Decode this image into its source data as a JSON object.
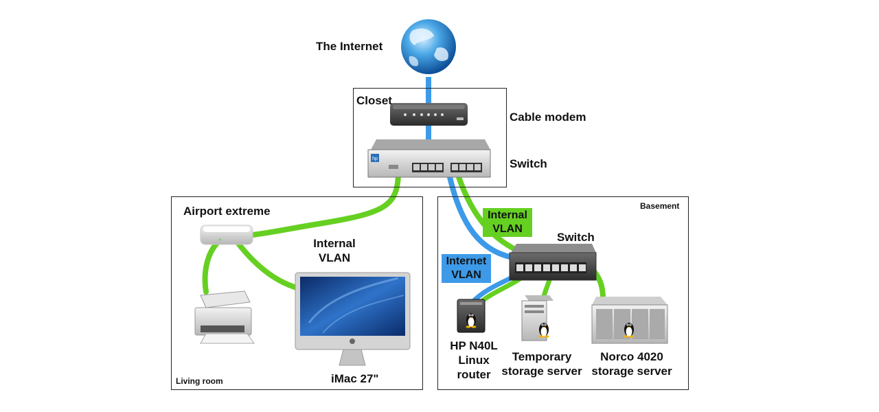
{
  "colors": {
    "internal_vlan": "#66d022",
    "internet_vlan": "#3d9ae8",
    "box_border": "#222222",
    "text": "#111111"
  },
  "labels": {
    "internet": "The Internet",
    "closet": "Closet",
    "cable_modem": "Cable modem",
    "closet_switch": "Switch",
    "airport": "Airport extreme",
    "living_internal_vlan_line1": "Internal",
    "living_internal_vlan_line2": "VLAN",
    "imac": "iMac 27\"",
    "living_room": "Living room",
    "basement": "Basement",
    "basement_internal_vlan_line1": "Internal",
    "basement_internal_vlan_line2": "VLAN",
    "basement_switch": "Switch",
    "internet_vlan_line1": "Internet",
    "internet_vlan_line2": "VLAN",
    "hp_router_line1": "HP N40L",
    "hp_router_line2": "Linux",
    "hp_router_line3": "router",
    "temp_storage_line1": "Temporary",
    "temp_storage_line2": "storage server",
    "norco_line1": "Norco 4020",
    "norco_line2": "storage server"
  },
  "icons": {
    "globe": "globe-icon",
    "cable_modem": "cable-modem-icon",
    "closet_switch": "hp-switch-icon",
    "airport": "airport-extreme-icon",
    "printer": "printer-icon",
    "imac": "imac-icon",
    "basement_switch": "netgear-switch-icon",
    "hp_router": "hp-server-tux-icon",
    "temp_storage": "tower-server-tux-icon",
    "norco": "rack-server-tux-icon"
  }
}
